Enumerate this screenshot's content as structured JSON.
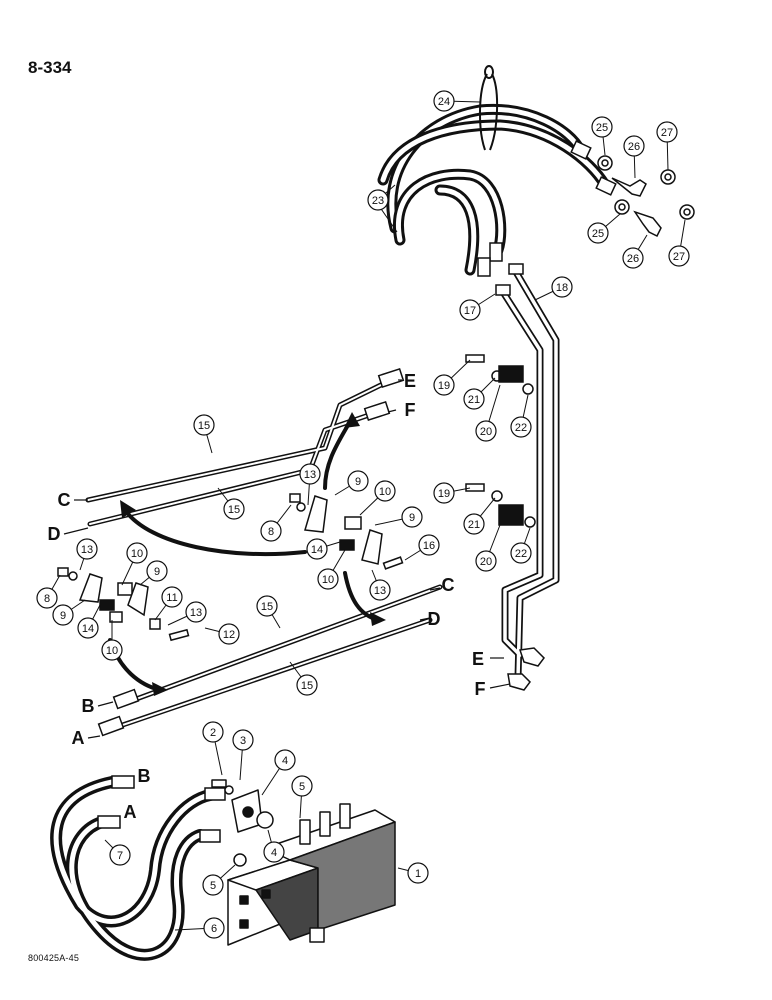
{
  "page_number": "8-334",
  "figure_code": "800425A-45",
  "callouts": [
    "1",
    "2",
    "3",
    "4",
    "4",
    "5",
    "5",
    "6",
    "7",
    "8",
    "8",
    "9",
    "9",
    "9",
    "9",
    "10",
    "10",
    "10",
    "10",
    "11",
    "12",
    "13",
    "13",
    "13",
    "13",
    "14",
    "14",
    "15",
    "15",
    "15",
    "15",
    "16",
    "17",
    "18",
    "19",
    "19",
    "20",
    "20",
    "21",
    "21",
    "22",
    "22",
    "23",
    "24",
    "25",
    "25",
    "26",
    "26",
    "27",
    "27"
  ],
  "connector_letters": [
    "A",
    "B",
    "C",
    "D",
    "E",
    "F",
    "C",
    "D",
    "E",
    "F",
    "B",
    "A"
  ]
}
